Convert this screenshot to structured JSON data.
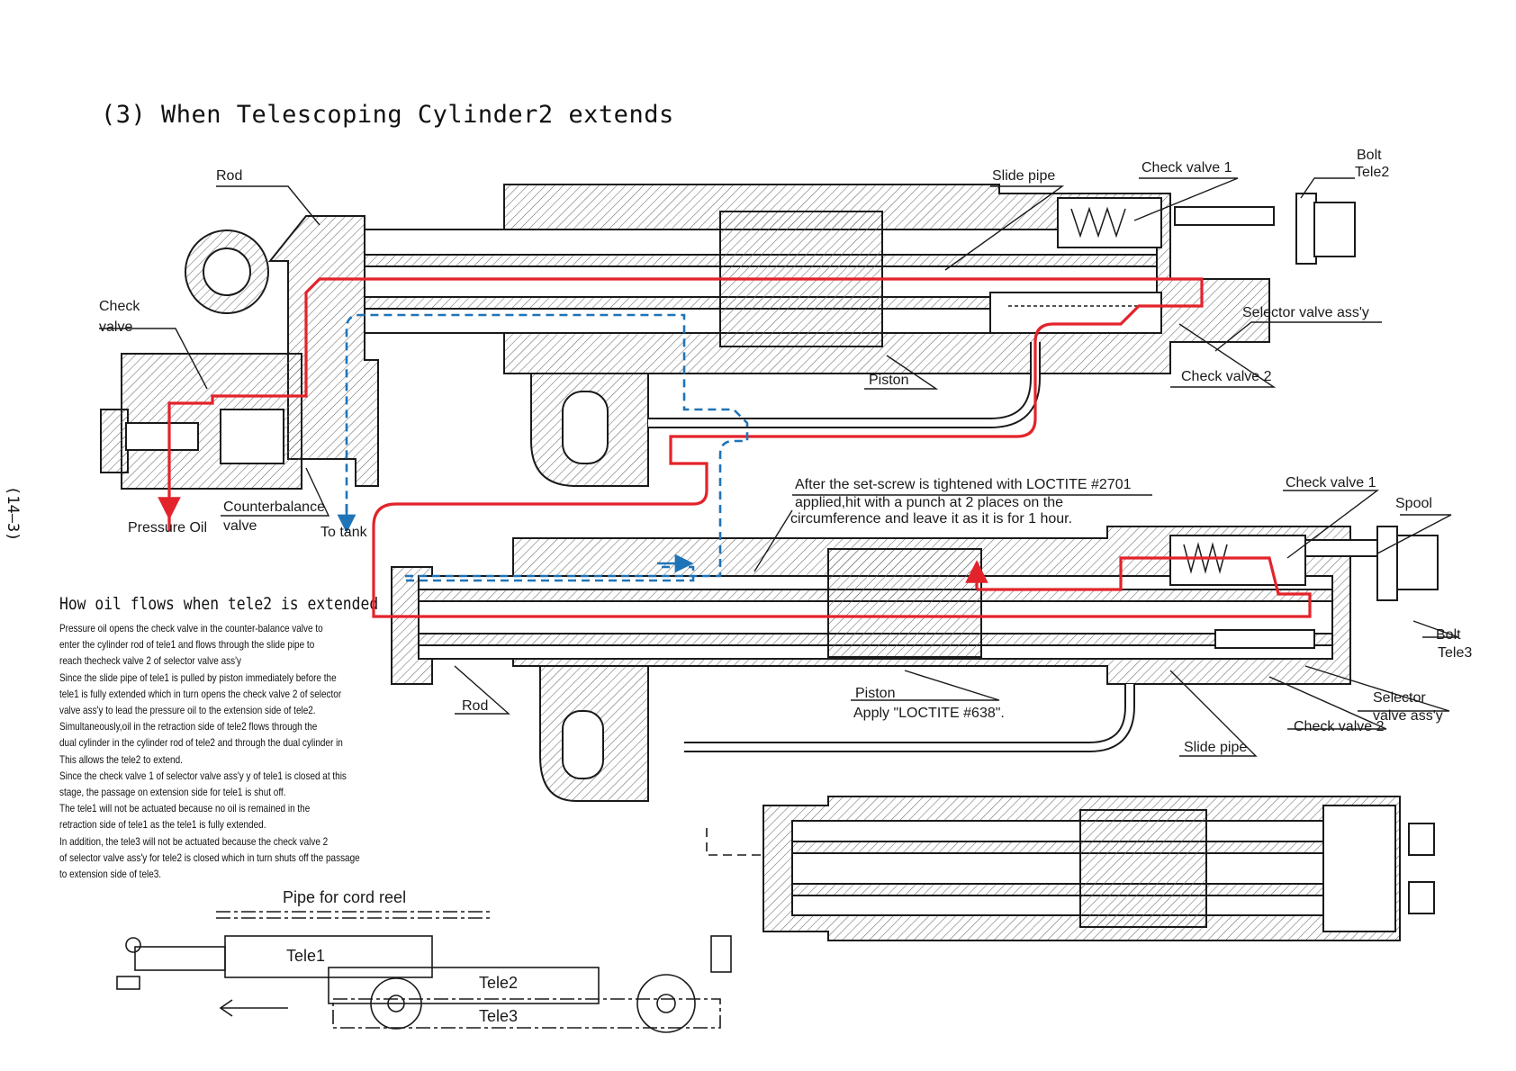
{
  "title": "(3) When Telescoping Cylinder2 extends",
  "page_number": "(14—3)",
  "description": {
    "heading": "How oil flows when tele2 is extended",
    "lines": [
      " Pressure oil opens the check valve in the counter-balance valve to",
      "enter the cylinder rod of tele1 and flows through the slide pipe to",
      "reach thecheck valve 2 of selector valve ass'y",
      " Since the slide pipe of tele1 is pulled by piston immediately before the",
      "tele1 is fully extended which in turn opens the check valve 2 of selector",
      " valve ass'y to lead the pressure oil to the extension side of tele2.",
      " Simultaneously,oil in the retraction side of tele2 flows through the",
      "dual cylinder in the cylinder rod of tele2 and through the dual cylinder in",
      " This allows the tele2 to extend.",
      " Since the check valve 1 of selector valve ass'y y of tele1 is closed at this",
      "stage, the passage on extension side for tele1 is shut off.",
      " The tele1 will not be actuated because no oil is remained in the",
      "retraction side of tele1 as the tele1 is fully extended.",
      " In addition, the tele3 will not be actuated because the check valve 2",
      "of selector valve ass'y for tele2 is closed which in turn shuts off the passage",
      "to extension side of tele3."
    ]
  },
  "labels": {
    "rod_top": "Rod",
    "slide_pipe_top": "Slide pipe",
    "check_valve1_top": "Check valve 1",
    "bolt_tele2_a": "Bolt",
    "bolt_tele2_b": "Tele2",
    "selector_top": "Selector valve ass'y",
    "check_valve_a": "Check",
    "check_valve_b": "valve",
    "piston_top": "Piston",
    "check_valve2_top": "Check valve 2",
    "pressure_oil": "Pressure Oil",
    "counterbalance_a": "Counterbalance",
    "counterbalance_b": "valve",
    "to_tank": "To tank",
    "note_line1": "After the set-screw is tightened with LOCTITE #2701",
    "note_line2": "applied,hit with a punch at 2 places on the",
    "note_line3": "circumference and leave it as it is for 1 hour.",
    "check_valve1_mid": "Check valve 1",
    "spool": "Spool",
    "bolt_tele3_a": "Bolt",
    "bolt_tele3_b": "Tele3",
    "rod_mid": "Rod",
    "piston_mid": "Piston",
    "loctite638": "Apply \"LOCTITE #638\".",
    "selector_mid_a": "Selector",
    "selector_mid_b": "valve ass'y",
    "check_valve2_mid": "Check valve 2",
    "slide_pipe_mid": "Slide pipe",
    "pipe_cord_reel": "Pipe for cord reel",
    "tele1": "Tele1",
    "tele2": "Tele2",
    "tele3": "Tele3"
  },
  "colors": {
    "pressure": "#e3232b",
    "tank": "#1f74b8",
    "line": "#1a1a1a",
    "hatch": "#6a6a6a"
  },
  "icons": [
    "arrow-left-icon",
    "arrow-down-icon",
    "arrow-up-icon"
  ]
}
